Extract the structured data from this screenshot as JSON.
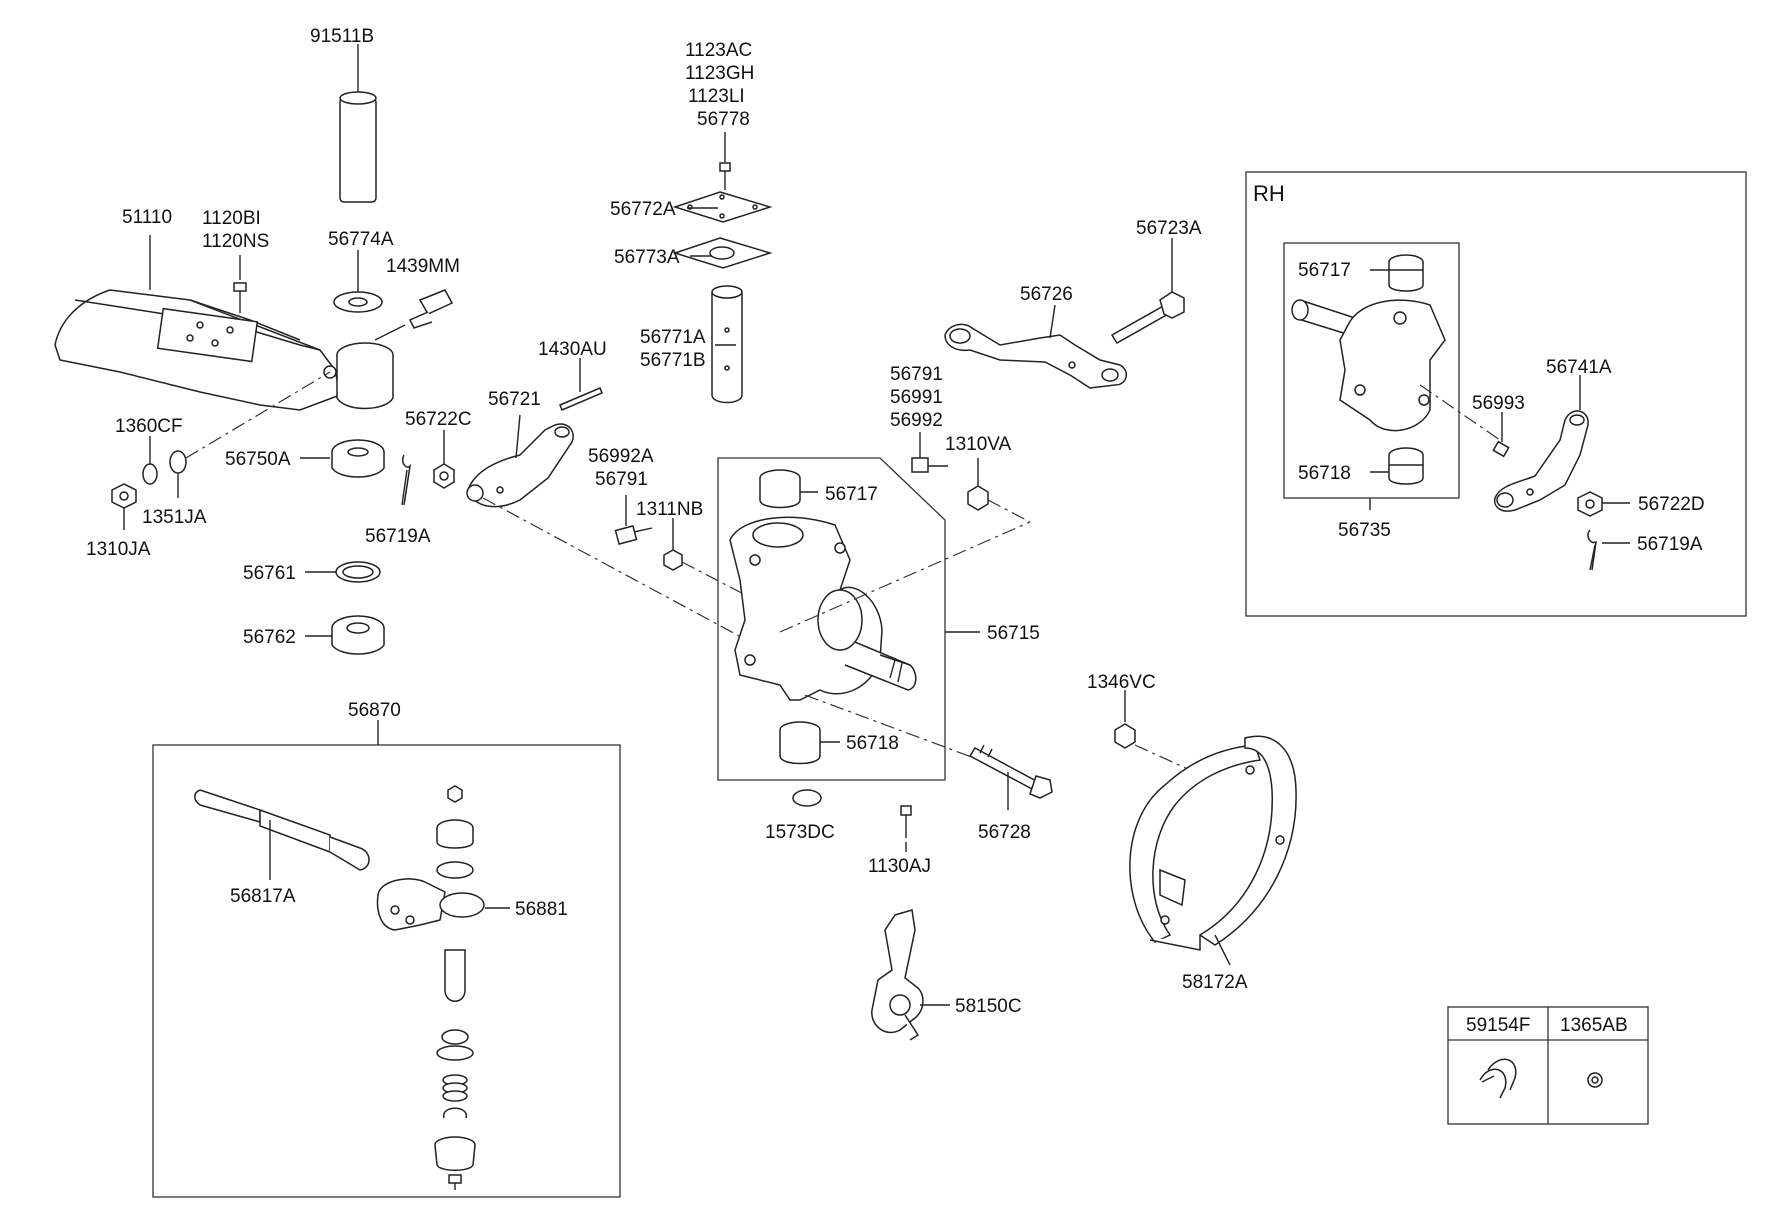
{
  "diagram": {
    "rh_label": "RH",
    "labels": {
      "p91511B": "91511B",
      "p51110": "51110",
      "p1120BI": "1120BI",
      "p1120NS": "1120NS",
      "p56774A": "56774A",
      "p1439MM": "1439MM",
      "p1360CF": "1360CF",
      "p56750A": "56750A",
      "p1351JA": "1351JA",
      "p1310JA": "1310JA",
      "p56722C": "56722C",
      "p56719A_l": "56719A",
      "p56761": "56761",
      "p56762": "56762",
      "p1123AC": "1123AC",
      "p1123GH": "1123GH",
      "p1123LI": "1123LI",
      "p56778": "56778",
      "p56772A": "56772A",
      "p56773A": "56773A",
      "p56771A": "56771A",
      "p56771B": "56771B",
      "p1430AU": "1430AU",
      "p56721": "56721",
      "p56992A": "56992A",
      "p56791_a": "56791",
      "p1311NB": "1311NB",
      "p56717_c": "56717",
      "p56715": "56715",
      "p56718_c": "56718",
      "p1573DC": "1573DC",
      "p1130AJ": "1130AJ",
      "p56728": "56728",
      "p56723A": "56723A",
      "p56726": "56726",
      "p56791_b": "56791",
      "p56991": "56991",
      "p56992": "56992",
      "p1310VA": "1310VA",
      "p56717_r": "56717",
      "p56718_r": "56718",
      "p56735": "56735",
      "p56741A": "56741A",
      "p56993": "56993",
      "p56722D": "56722D",
      "p56719A_r": "56719A",
      "p1346VC": "1346VC",
      "p58172A": "58172A",
      "p58150C": "58150C",
      "p56870": "56870",
      "p56817A": "56817A",
      "p56881": "56881"
    },
    "legend": {
      "col1": "59154F",
      "col2": "1365AB"
    }
  }
}
